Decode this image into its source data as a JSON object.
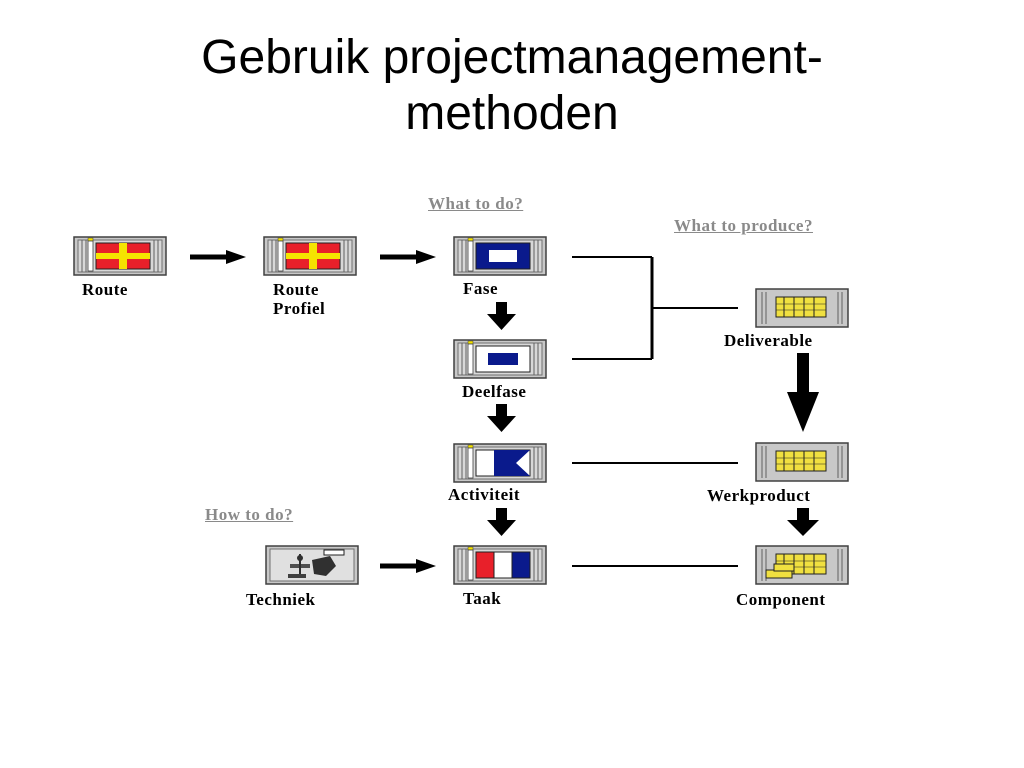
{
  "title": {
    "line1": "Gebruik projectmanagement-",
    "line2": "methoden"
  },
  "questions": {
    "what_to_do": "What to do?",
    "what_to_produce": "What to produce?",
    "how_to_do": "How to do?"
  },
  "nodes": {
    "route": "Route",
    "route_profiel_1": "Route",
    "route_profiel_2": "Profiel",
    "fase": "Fase",
    "deelfase": "Deelfase",
    "activiteit": "Activiteit",
    "taak": "Taak",
    "techniek": "Techniek",
    "deliverable": "Deliverable",
    "werkproduct": "Werkproduct",
    "component": "Component"
  },
  "colors": {
    "flag_red": "#e8202a",
    "flag_yellow": "#f5e400",
    "flag_blue": "#0a1a8c",
    "icon_grey": "#c8c8c8",
    "folder_yellow": "#f0e040",
    "question_grey": "#8a8a8a"
  }
}
